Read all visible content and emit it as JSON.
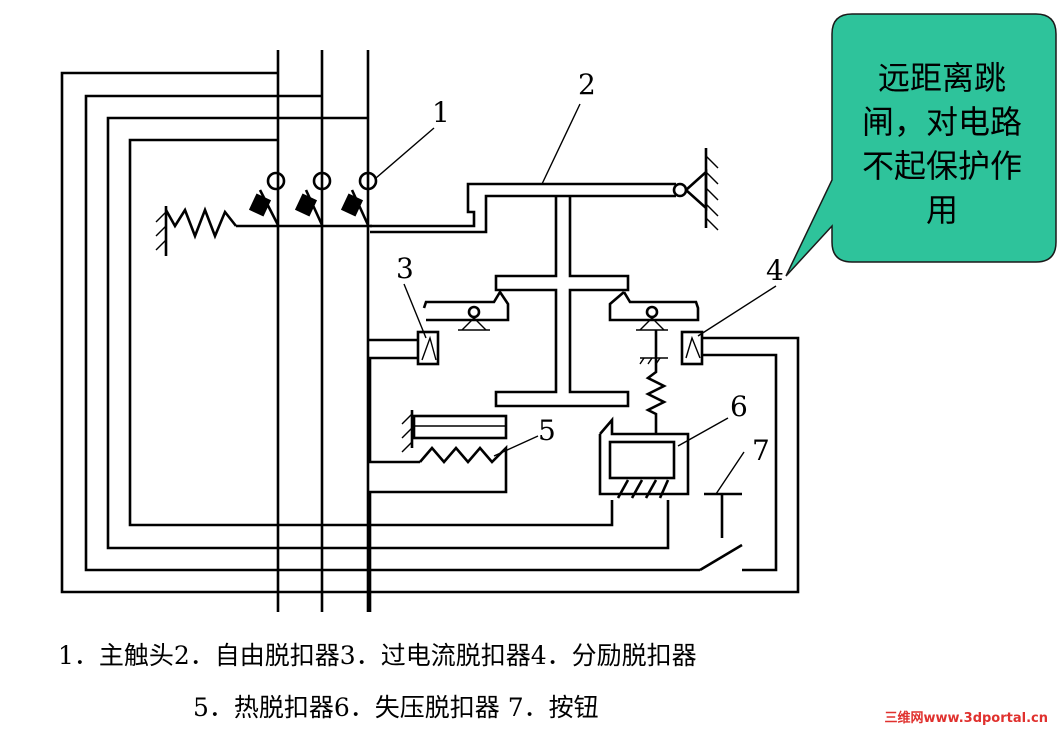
{
  "labels": {
    "main_contact": "1",
    "free_release": "2",
    "overcurrent_release": "3",
    "shunt_release": "4",
    "thermal_release": "5",
    "undervoltage_release": "6",
    "button": "7"
  },
  "callout": {
    "lines": [
      "远距离跳",
      "闸，对电路",
      "不起保护作",
      "用"
    ],
    "fill": "#2ec39b"
  },
  "caption": {
    "line1": "1．主触头2．自由脱扣器3．过电流脱扣器4．分励脱扣器",
    "line2": "5．热脱扣器6．失压脱扣器 7．按钮"
  },
  "watermark": "三维网www.3dportal.cn"
}
